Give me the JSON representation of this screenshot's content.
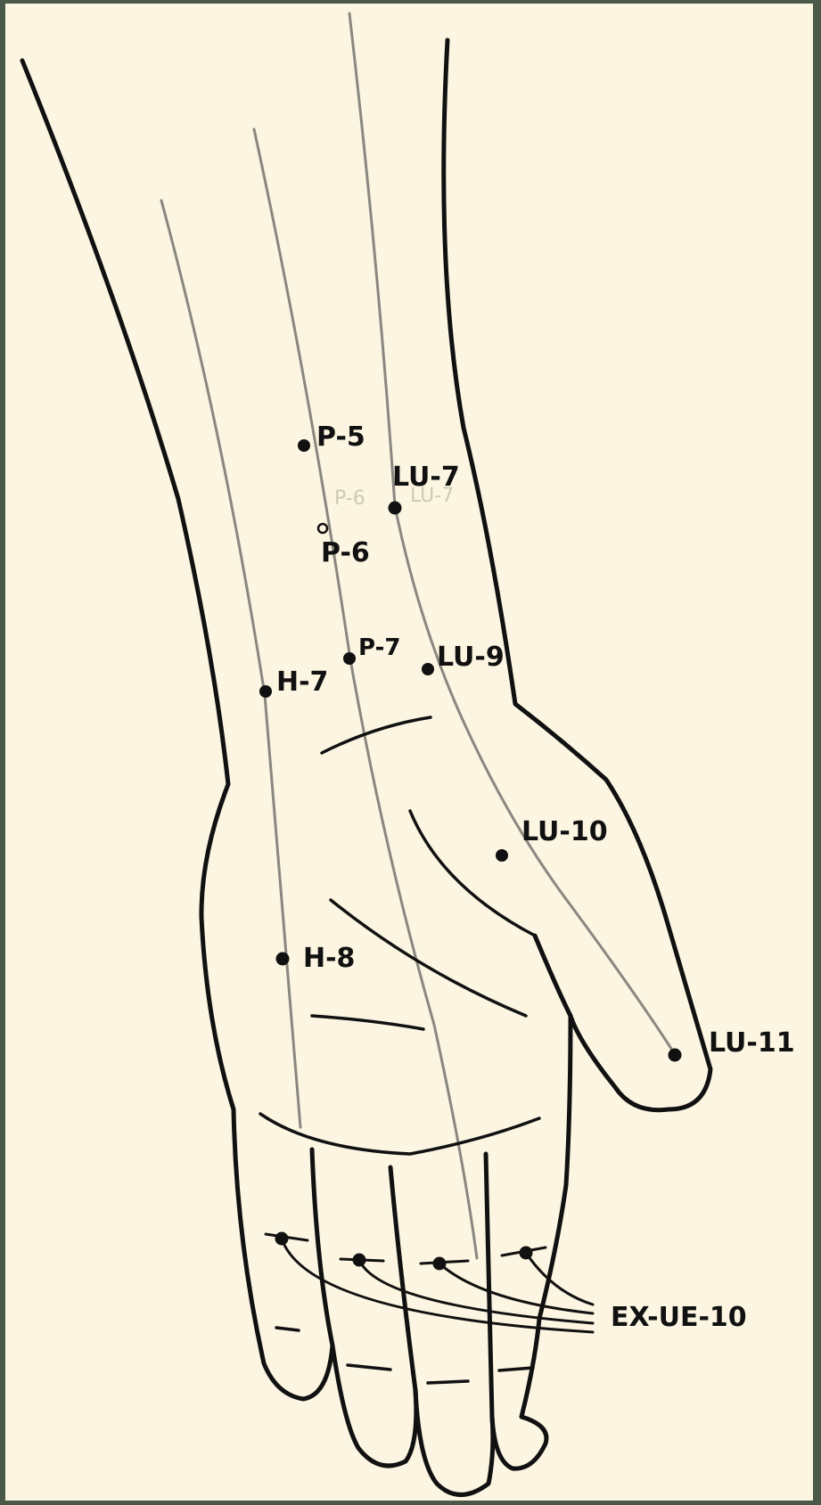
{
  "colors": {
    "paper": "#fbf5e1",
    "ink": "#111111",
    "meridian": "#8a8780",
    "frame": "#4a5a48"
  },
  "points": {
    "p5": "P-5",
    "p6": "P-6",
    "p7": "P-7",
    "lu7": "LU-7",
    "lu9": "LU-9",
    "lu10": "LU-10",
    "lu11": "LU-11",
    "h7": "H-7",
    "h8": "H-8",
    "ex": "EX-UE-10"
  },
  "ghost_text": {
    "left": "P-6",
    "right": "LU-7"
  }
}
